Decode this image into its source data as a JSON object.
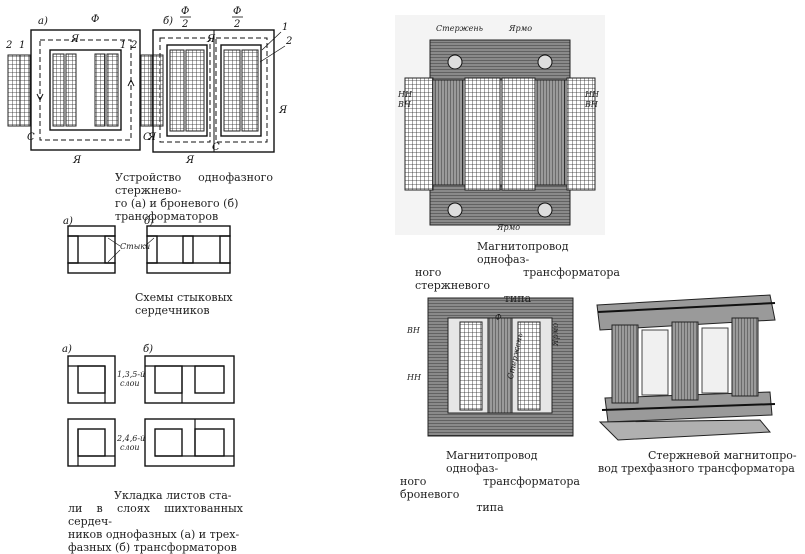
{
  "fig1": {
    "label_a": "а)",
    "label_b": "б)",
    "flux": "Ф",
    "flux_half": "Ф",
    "flux_half_den": "2",
    "yoke": "Я",
    "rod": "С",
    "num1": "1",
    "num2": "2",
    "caption": [
      "Устройство однофазного стержнево-",
      "го (а) и броневого (б) трансформаторов"
    ]
  },
  "fig2": {
    "label_a": "а)",
    "label_b": "б)",
    "joints": "Стыки",
    "caption": [
      "Схемы стыковых",
      "сердечников"
    ]
  },
  "fig3": {
    "label_a": "а)",
    "label_b": "б)",
    "layer_odd": [
      "1,3,5-й",
      "слои"
    ],
    "layer_even": [
      "2,4,6-й",
      "слои"
    ],
    "caption": [
      "Укладка листов ста-",
      "ли в слоях шихтованных сердеч-",
      "ников однофазных (а) и трех-",
      "фазных (б) трансформаторов"
    ]
  },
  "photo1": {
    "rod_label": "Стержень",
    "yoke_top": "Ярмо",
    "yoke_bottom": "Ярмо",
    "nn": "НН",
    "vn": "ВН",
    "caption": [
      "Магнитопровод однофаз-",
      "ного трансформатора стержневого",
      "типа"
    ]
  },
  "photo2": {
    "vn": "ВН",
    "nn": "НН",
    "flux": "Ф",
    "rod": "Стержень",
    "yoke": "Ярмо",
    "caption": [
      "Магнитопровод однофаз-",
      "ного трансформатора броневого",
      "типа"
    ]
  },
  "photo3": {
    "caption": [
      "Стержневой магнитопро-",
      "вод трехфазного трансформатора"
    ]
  }
}
